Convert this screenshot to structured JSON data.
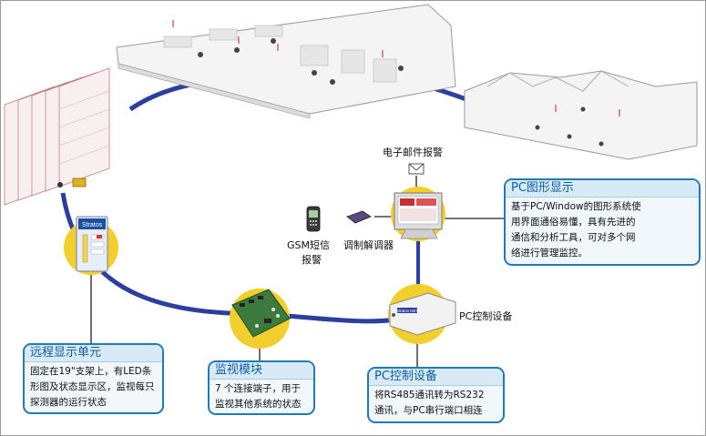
{
  "labels": {
    "email_alarm": "电子邮件报警",
    "gsm_alarm_line1": "GSM短信",
    "gsm_alarm_line2": "报警",
    "modem": "调制解调器",
    "pc_control_device": "PC控制设备"
  },
  "boxes": {
    "pc_graphics": {
      "title": "PC图形显示",
      "lines": [
        "基于PC/Window的图形系统使",
        "用界面通俗易懂，具有先进的",
        "通信和分析工具，可对多个网",
        "络进行管理监控。"
      ]
    },
    "remote_display": {
      "title": "远程显示单元",
      "lines": [
        "固定在19\"支架上，有LED条",
        "形图及状态显示区，监视每只",
        "探测器的运行状态"
      ]
    },
    "monitor_module": {
      "title": "监视模块",
      "lines": [
        "7 个连接端子，用于",
        "监视其他系统的状态"
      ]
    },
    "pc_control": {
      "title": "PC控制设备",
      "lines": [
        "将RS485通讯转为RS232",
        "通讯，与PC串行端口相连"
      ]
    }
  },
  "device_text": {
    "remote_unit_brand": "Stratos",
    "control_device_brand": "Stratos NET"
  },
  "colors": {
    "network_line": "#2c3e9e",
    "node_disc": "#f2cf2c",
    "box_border": "#1f7bb8",
    "box_title": "#0d5ea3"
  }
}
